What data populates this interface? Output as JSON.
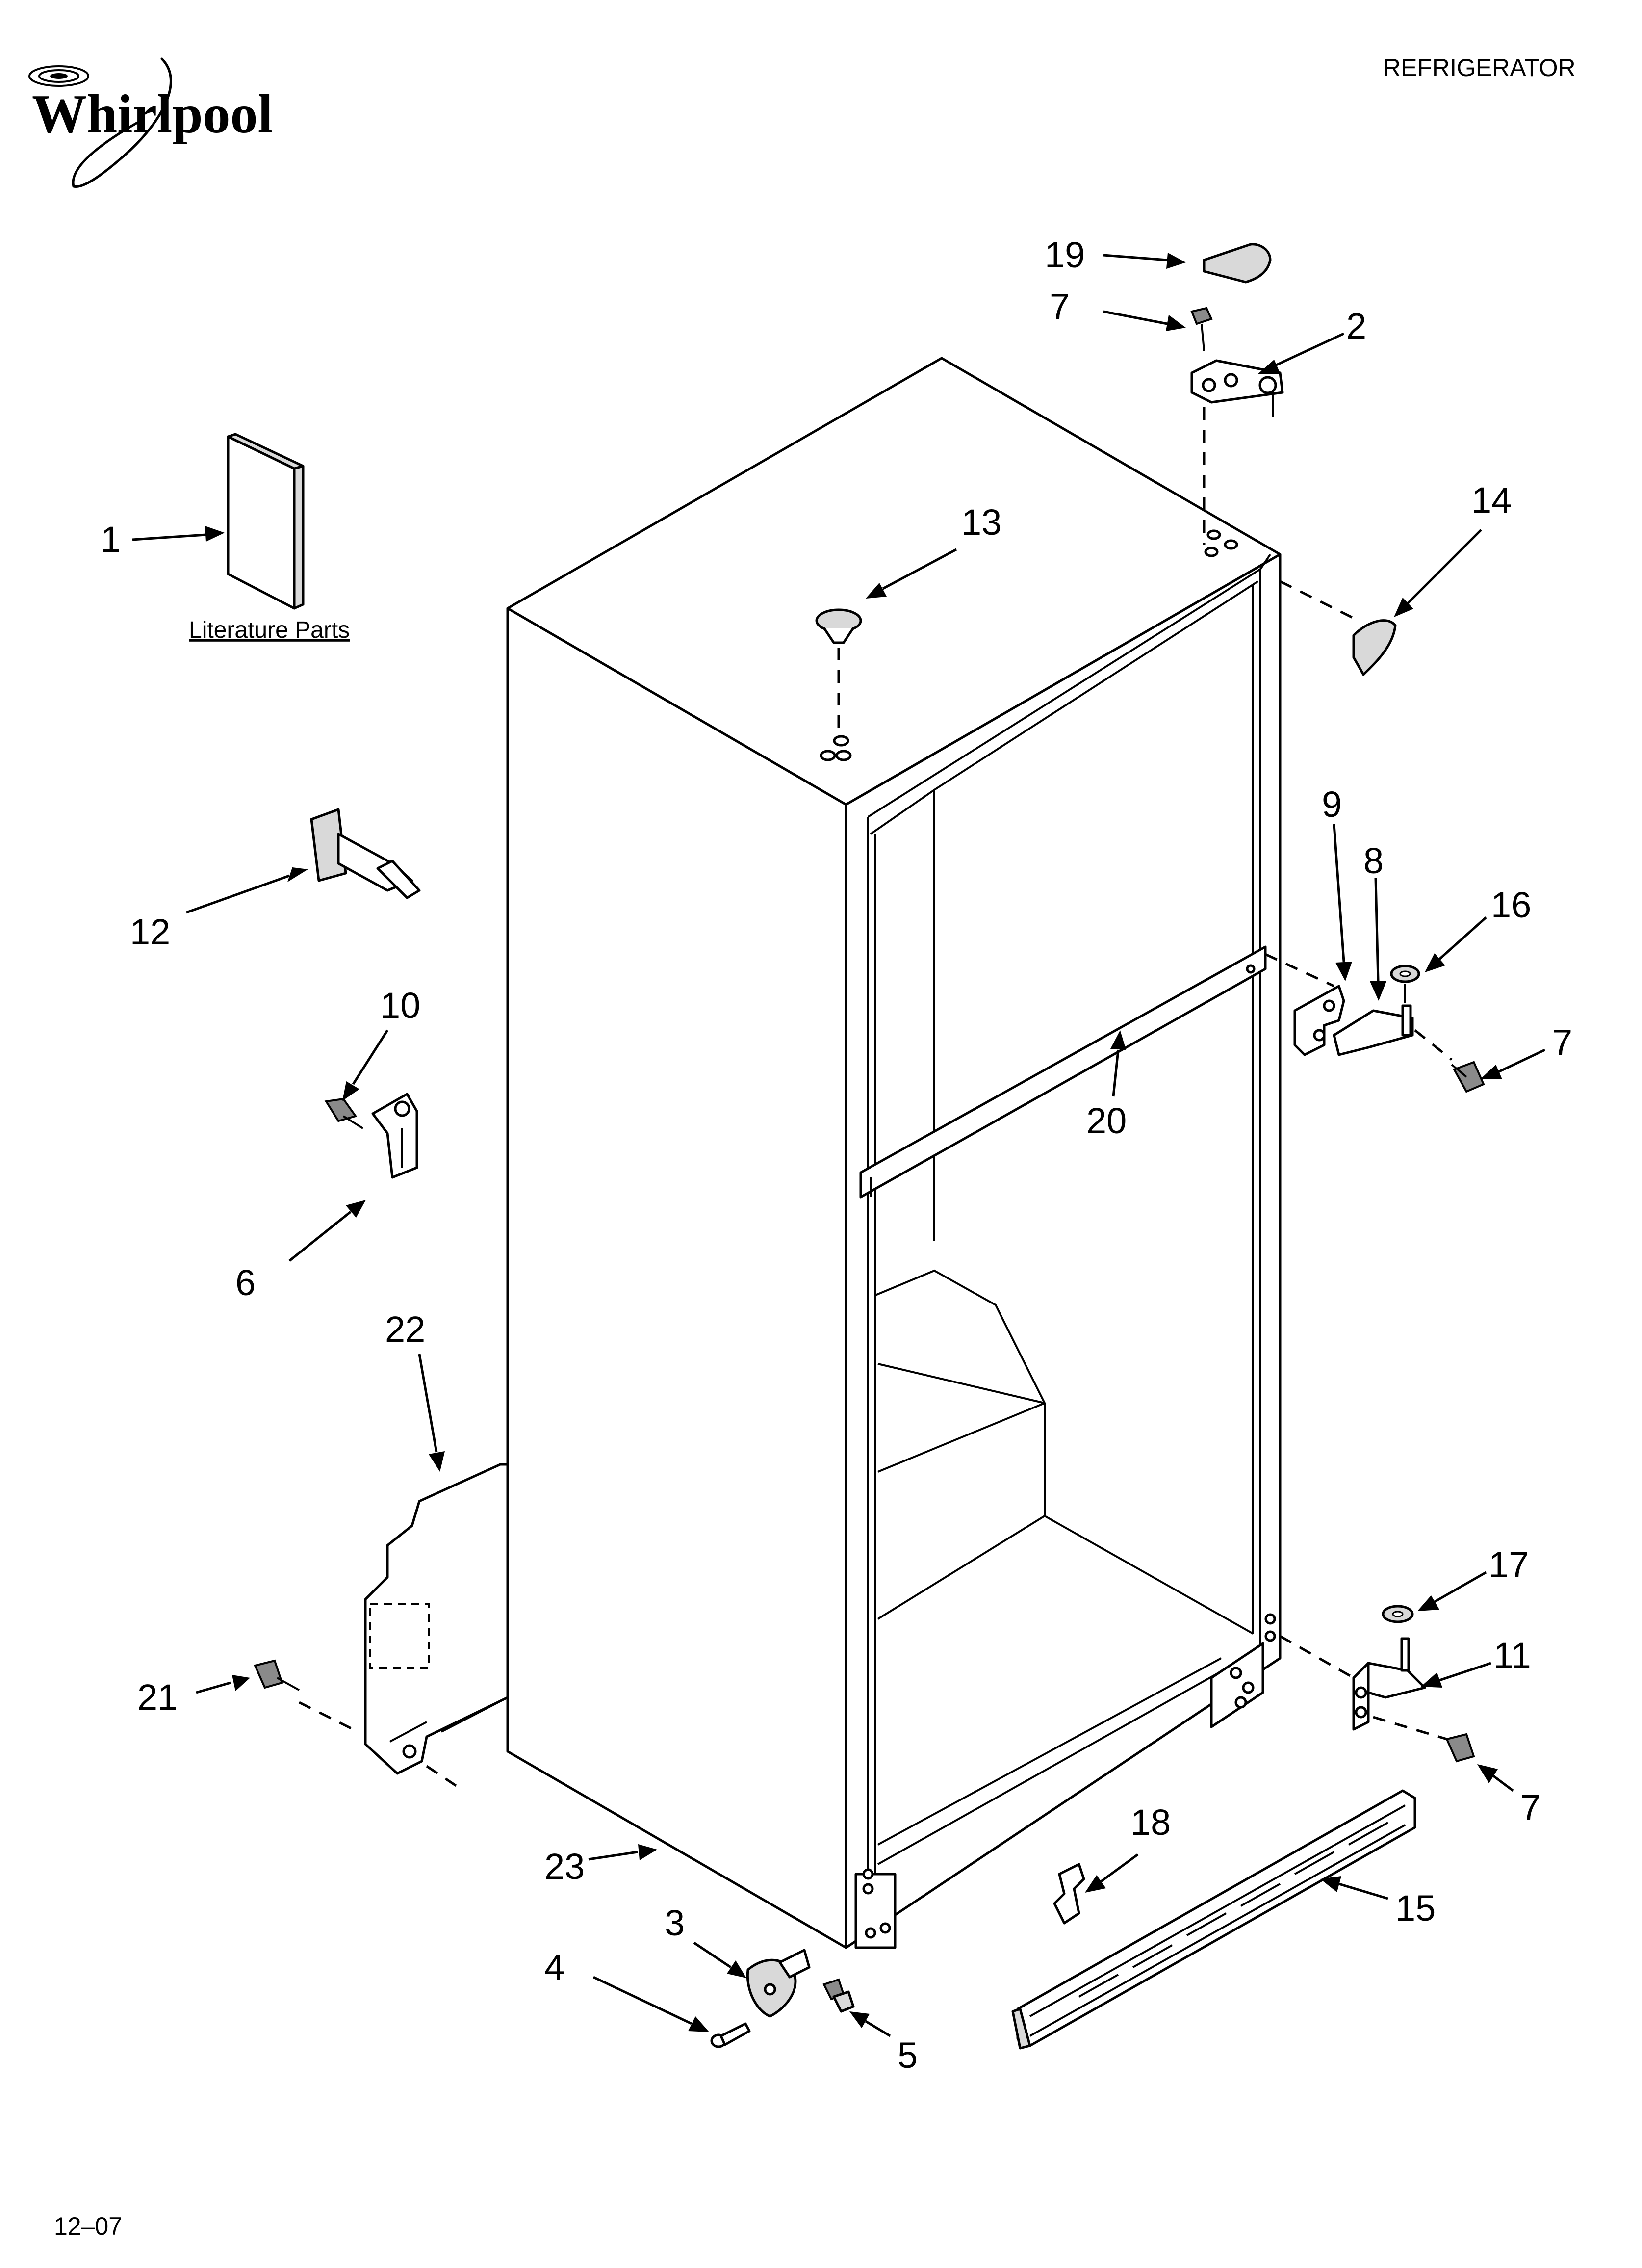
{
  "header": {
    "brand": "Whirlpool",
    "category": "REFRIGERATOR"
  },
  "literature": {
    "label": "Literature Parts"
  },
  "footer": {
    "date_code": "12–07"
  },
  "callouts": {
    "c1": "1",
    "c2": "2",
    "c3": "3",
    "c4": "4",
    "c5": "5",
    "c6": "6",
    "c7a": "7",
    "c7b": "7",
    "c7c": "7",
    "c8": "8",
    "c9": "9",
    "c10": "10",
    "c11": "11",
    "c12": "12",
    "c13": "13",
    "c14": "14",
    "c15": "15",
    "c16": "16",
    "c17": "17",
    "c18": "18",
    "c19": "19",
    "c20": "20",
    "c21": "21",
    "c22": "22",
    "c23": "23"
  }
}
